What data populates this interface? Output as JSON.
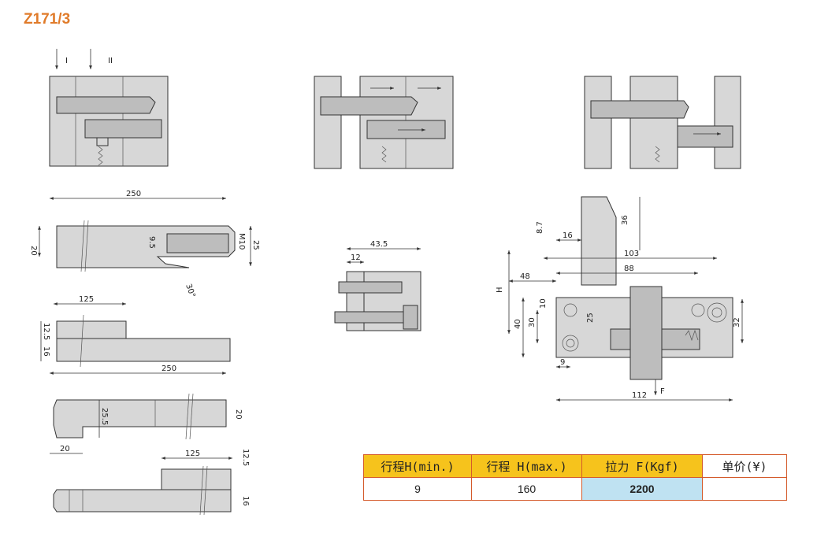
{
  "title": "Z171/3",
  "section_labels": {
    "one": "I",
    "two": "II"
  },
  "dims": {
    "d250a": "250",
    "d20a": "20",
    "d9_5": "9.5",
    "dM10": "M10",
    "d25a": "25",
    "d30deg": "30°",
    "d125a": "125",
    "d12_5a": "12.5",
    "d16a": "16",
    "d250b": "250",
    "d25_5": "25.5",
    "d20b": "20",
    "d20c": "20",
    "d125b": "125",
    "d12_5b": "12.5",
    "d16b": "16",
    "d43_5": "43.5",
    "d12": "12",
    "d8_7": "8.7",
    "d36": "36",
    "d16c": "16",
    "d103": "103",
    "d48": "48",
    "d88": "88",
    "dH": "H",
    "d10": "10",
    "d40": "40",
    "d30": "30",
    "d25b": "25",
    "d32": "32",
    "d9": "9",
    "d112": "112",
    "dF": "F"
  },
  "table": {
    "headers": [
      "行程H(min.)",
      "行程 H(max.)",
      "拉力 F(Kgf)",
      "单价(¥)"
    ],
    "values": [
      "9",
      "160",
      "2200",
      ""
    ]
  }
}
